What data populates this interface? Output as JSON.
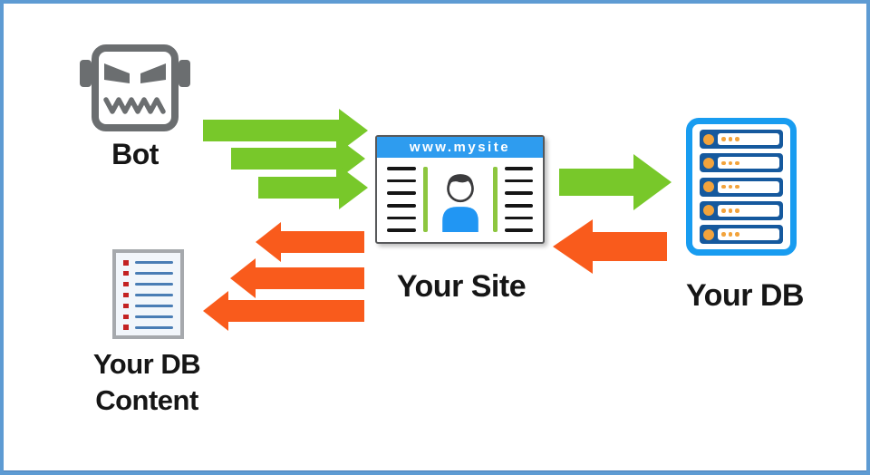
{
  "colors": {
    "frame_blue": "#5E9BD3",
    "canvas_white": "#FFFFFF",
    "green_arrow": "#78C82A",
    "orange_arrow": "#F95B1C",
    "bot_gray": "#6B6E70",
    "label_dark": "#161616",
    "browser_bar": "#2E9CEF",
    "browser_border": "#57585A",
    "line_black": "#161616",
    "divider_green": "#8DC63F",
    "person_blue": "#2196F3",
    "person_dark": "#3B3B3D",
    "server_outline": "#189CF0",
    "server_bar": "#15599E",
    "server_orange": "#F2A33C",
    "doc_border": "#A6A9AD",
    "doc_bg": "#F2F6FB",
    "doc_line": "#4A7DB5",
    "doc_bullet": "#C32222"
  },
  "nodes": {
    "bot": {
      "label": "Bot",
      "icon": "angry-robot-icon"
    },
    "site": {
      "label": "Your Site",
      "url_bar": "www.mysite",
      "icon": "browser-window-icon"
    },
    "db": {
      "label": "Your DB",
      "icon": "server-stack-icon",
      "server_rows": 5
    },
    "db_content": {
      "label_line1": "Your DB",
      "label_line2": "Content",
      "icon": "document-list-icon",
      "list_rows": 7
    }
  },
  "arrows": {
    "bot_to_site": {
      "color": "green",
      "direction": "right",
      "count": 3
    },
    "site_to_db": {
      "color": "green",
      "direction": "right",
      "count": 1
    },
    "db_to_site": {
      "color": "orange",
      "direction": "left",
      "count": 1
    },
    "site_to_db_content": {
      "color": "orange",
      "direction": "left",
      "count": 3
    }
  }
}
